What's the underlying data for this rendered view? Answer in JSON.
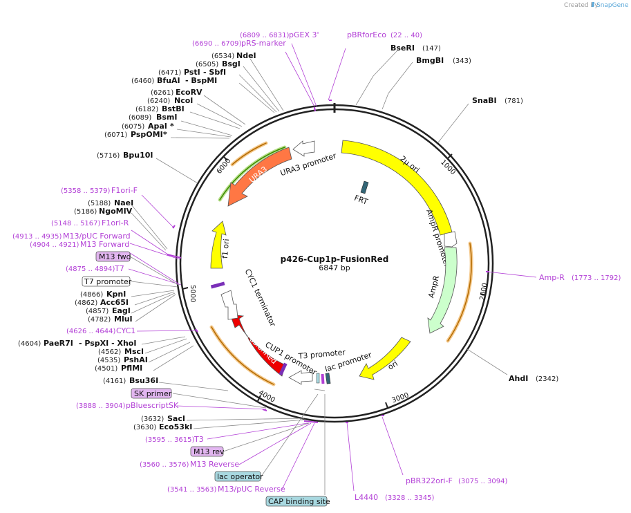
{
  "plasmid": {
    "name": "p426-Cup1p-FusionRed",
    "length": "6847 bp"
  },
  "credit": {
    "prefix": "Created by",
    "brand": "SnapGene"
  },
  "ticks": [
    {
      "label": "1000"
    },
    {
      "label": "2000"
    },
    {
      "label": "3000"
    },
    {
      "label": "4000"
    },
    {
      "label": "5000"
    },
    {
      "label": "6000"
    }
  ],
  "features": [
    {
      "label": "2µ ori",
      "color": "#ffff00"
    },
    {
      "label": "AmpR promoter",
      "color": "#ffffff"
    },
    {
      "label": "AmpR",
      "color": "#ccffcc"
    },
    {
      "label": "ori",
      "color": "#ffff00"
    },
    {
      "label": "lac promoter",
      "color": "#ffffff"
    },
    {
      "label": "T3 promoter",
      "color": "#ffffff"
    },
    {
      "label": "CUP1 promoter",
      "color": "#ffffff"
    },
    {
      "label": "FusionRed",
      "color": "#ee0000"
    },
    {
      "label": "CYC1 terminator",
      "color": "#ffffff"
    },
    {
      "label": "f1 ori",
      "color": "#ffff00"
    },
    {
      "label": "URA3",
      "color": "#ff7744"
    },
    {
      "label": "URA3 promoter",
      "color": "#ffffff"
    },
    {
      "label": "FRT",
      "color": "#336677"
    }
  ],
  "sites": [
    {
      "pos": "(147)",
      "name": "BseRI"
    },
    {
      "pos": "(343)",
      "name": "BmgBI"
    },
    {
      "pos": "(781)",
      "name": "SnaBI"
    },
    {
      "pos": "(2342)",
      "name": "AhdI"
    },
    {
      "pos": "(6534)",
      "name": "NdeI"
    },
    {
      "pos": "(6505)",
      "name": "BsgI"
    },
    {
      "pos": "(6471)",
      "name": "PstI",
      "extra": "- SbfI"
    },
    {
      "pos": "(6460)",
      "name": "BfuAI",
      "extra": "- BspMI"
    },
    {
      "pos": "(6261)",
      "name": "EcoRV"
    },
    {
      "pos": "(6240)",
      "name": "NcoI"
    },
    {
      "pos": "(6182)",
      "name": "BstBI"
    },
    {
      "pos": "(6089)",
      "name": "BsmI"
    },
    {
      "pos": "(6075)",
      "name": "ApaI",
      "extra": "*"
    },
    {
      "pos": "(6071)",
      "name": "PspOMI",
      "extra": "*"
    },
    {
      "pos": "(5716)",
      "name": "Bpu10I"
    },
    {
      "pos": "(5188)",
      "name": "NaeI"
    },
    {
      "pos": "(5186)",
      "name": "NgoMIV"
    },
    {
      "pos": "(4866)",
      "name": "KpnI"
    },
    {
      "pos": "(4862)",
      "name": "Acc65I"
    },
    {
      "pos": "(4857)",
      "name": "EagI"
    },
    {
      "pos": "(4782)",
      "name": "MluI"
    },
    {
      "pos": "(4604)",
      "name": "PaeR7I",
      "extra": "- PspXI  - XhoI"
    },
    {
      "pos": "(4562)",
      "name": "MscI"
    },
    {
      "pos": "(4535)",
      "name": "PshAI"
    },
    {
      "pos": "(4501)",
      "name": "PflMI"
    },
    {
      "pos": "(4161)",
      "name": "Bsu36I"
    },
    {
      "pos": "(3632)",
      "name": "SacI"
    },
    {
      "pos": "(3630)",
      "name": "Eco53kI"
    }
  ],
  "primers": [
    {
      "range": "(6809 .. 6831)",
      "name": "pGEX 3'"
    },
    {
      "range": "(6690 .. 6709)",
      "name": "pRS-marker"
    },
    {
      "range": "(22 .. 40)",
      "name": "pBRforEco"
    },
    {
      "range": "(1773 .. 1792)",
      "name": "Amp-R"
    },
    {
      "range": "(3075 .. 3094)",
      "name": "pBR322ori-F"
    },
    {
      "range": "(3328 .. 3345)",
      "name": "L4440"
    },
    {
      "range": "(5358 .. 5379)",
      "name": "F1ori-F"
    },
    {
      "range": "(5148 .. 5167)",
      "name": "F1ori-R"
    },
    {
      "range": "(4913 .. 4935)",
      "name": "M13/pUC Forward"
    },
    {
      "range": "(4904 .. 4921)",
      "name": "M13 Forward"
    },
    {
      "range": "(4875 .. 4894)",
      "name": "T7"
    },
    {
      "range": "(4626 .. 4644)",
      "name": "CYC1"
    },
    {
      "range": "(3888 .. 3904)",
      "name": "pBluescriptSK"
    },
    {
      "range": "(3595 .. 3615)",
      "name": "T3"
    },
    {
      "range": "(3560 .. 3576)",
      "name": "M13 Reverse"
    },
    {
      "range": "(3541 .. 3563)",
      "name": "M13/pUC Reverse"
    }
  ],
  "boxes": [
    {
      "label": "M13 fwd",
      "fill": "#e2b6f0"
    },
    {
      "label": "T7 promoter",
      "fill": "#ffffff"
    },
    {
      "label": "SK primer",
      "fill": "#e2b6f0"
    },
    {
      "label": "M13 rev",
      "fill": "#e2b6f0"
    },
    {
      "label": "lac operator",
      "fill": "#a8d8e0"
    },
    {
      "label": "CAP binding site",
      "fill": "#a8d8e0"
    }
  ]
}
